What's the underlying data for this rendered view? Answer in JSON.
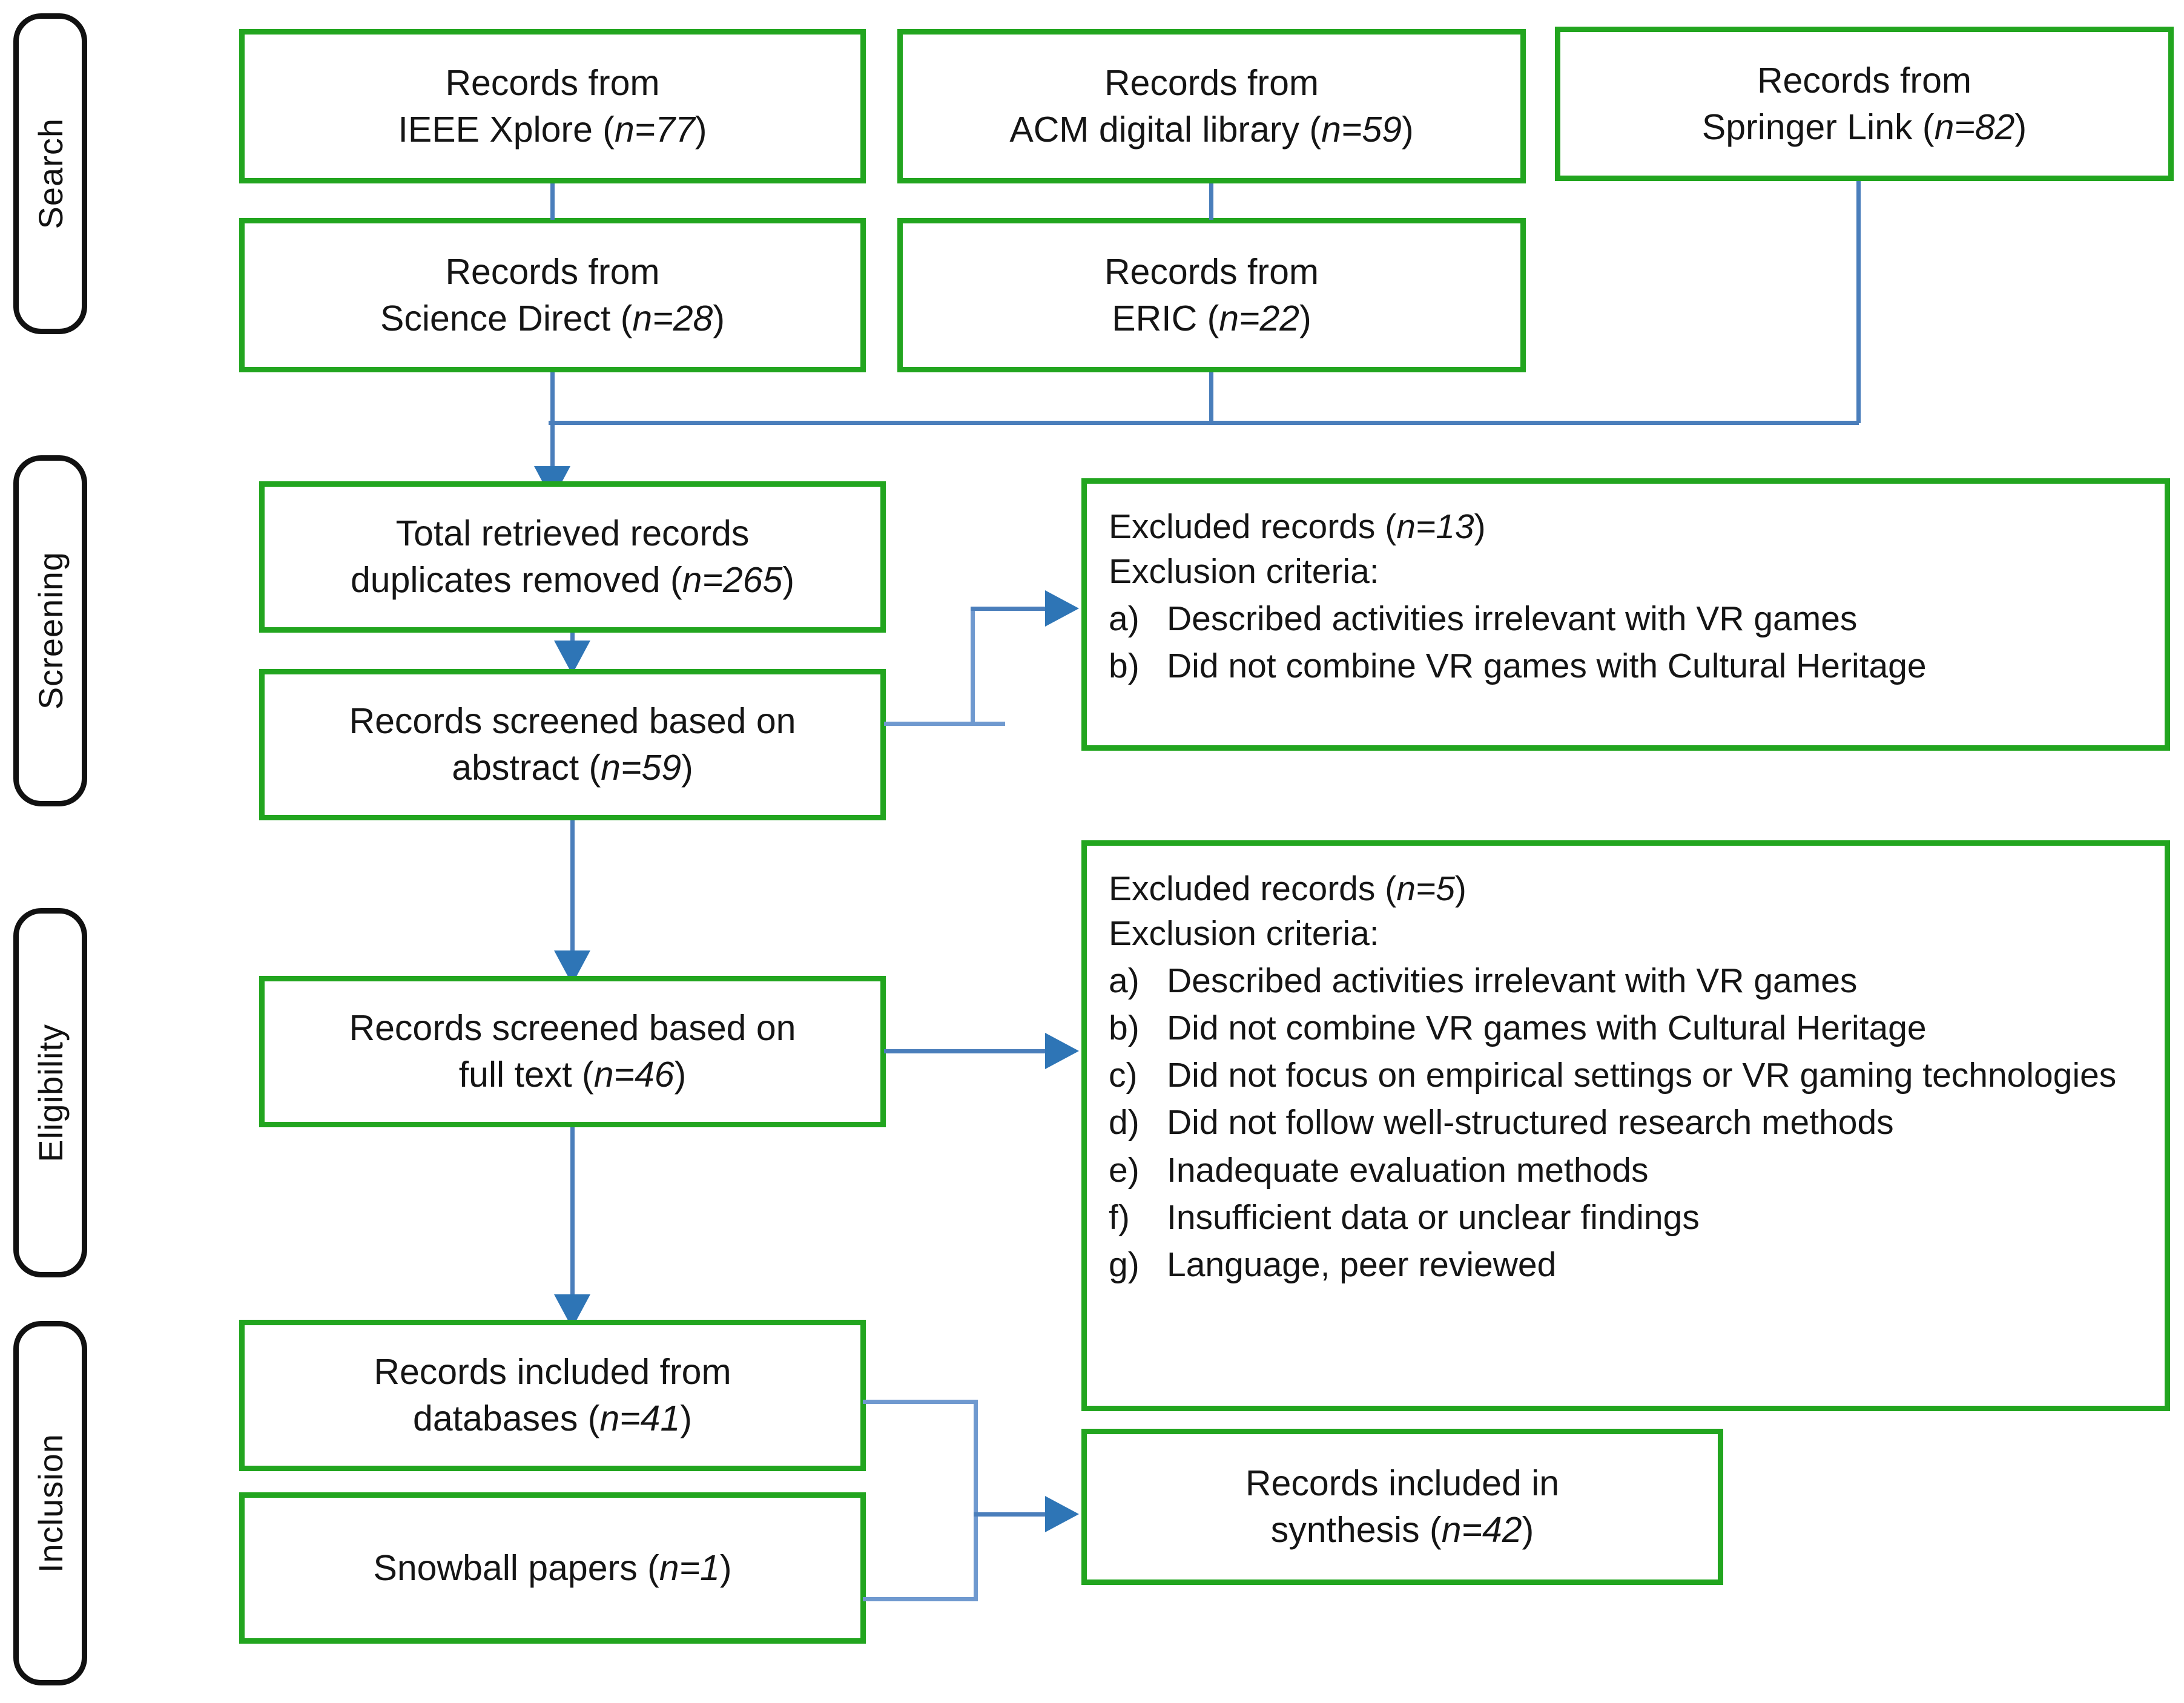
{
  "diagram": {
    "type": "prisma-flow-diagram",
    "accent_green": "#22a51f",
    "connector_blue": "#4a7ebb",
    "arrow_blue": "#2e75b6",
    "stage_border": "#111111"
  },
  "stages": [
    {
      "id": "search",
      "label": "Search"
    },
    {
      "id": "screening",
      "label": "Screening"
    },
    {
      "id": "eligibility",
      "label": "Eligibility"
    },
    {
      "id": "inclusion",
      "label": "Inclusion"
    }
  ],
  "sources": [
    {
      "id": "ieee",
      "line1": "Records from",
      "line2": "IEEE Xplore (",
      "n": "n=77",
      "line2b": ")"
    },
    {
      "id": "acm",
      "line1": "Records from",
      "line2": "ACM digital library (",
      "n": "n=59",
      "line2b": ")"
    },
    {
      "id": "springer",
      "line1": "Records from",
      "line2": "Springer Link (",
      "n": "n=82",
      "line2b": ")"
    },
    {
      "id": "sciencedirect",
      "line1": "Records from",
      "line2": "Science Direct (",
      "n": "n=28",
      "line2b": ")"
    },
    {
      "id": "eric",
      "line1": "Records from",
      "line2": "ERIC (",
      "n": "n=22",
      "line2b": ")"
    }
  ],
  "flow": {
    "total_retrieved": {
      "line1": "Total retrieved records",
      "line2": "duplicates removed (",
      "n": "n=265",
      "line2b": ")"
    },
    "screened_abstract": {
      "line1": "Records screened based on",
      "line2": "abstract (",
      "n": "n=59",
      "line2b": ")"
    },
    "screened_fulltext": {
      "line1": "Records screened based on",
      "line2": "full text (",
      "n": "n=46",
      "line2b": ")"
    },
    "included_databases": {
      "line1": "Records included from",
      "line2": "databases (",
      "n": "n=41",
      "line2b": ")"
    },
    "snowball": {
      "line1": "Snowball papers (",
      "n": "n=1",
      "line1b": ")"
    },
    "synthesis": {
      "line1": "Records included in",
      "line2": "synthesis (",
      "n": "n=42",
      "line2b": ")"
    }
  },
  "exclusions": [
    {
      "id": "exclusion-screening",
      "heading_pre": "Excluded records (",
      "heading_n": "n=13",
      "heading_post": ")",
      "criteria_label": "Exclusion criteria:",
      "criteria": [
        {
          "marker": "a)",
          "text": "Described activities irrelevant with VR games"
        },
        {
          "marker": "b)",
          "text": "Did not combine VR games with Cultural Heritage"
        }
      ]
    },
    {
      "id": "exclusion-eligibility",
      "heading_pre": "Excluded records (",
      "heading_n": "n=5",
      "heading_post": ")",
      "criteria_label": "Exclusion criteria:",
      "criteria": [
        {
          "marker": "a)",
          "text": "Described activities irrelevant with VR games"
        },
        {
          "marker": "b)",
          "text": "Did not combine VR games with Cultural Heritage"
        },
        {
          "marker": "c)",
          "text": "Did not focus on empirical settings or VR gaming\ntechnologies"
        },
        {
          "marker": "d)",
          "text": "Did not follow well-structured research methods"
        },
        {
          "marker": "e)",
          "text": "Inadequate evaluation methods"
        },
        {
          "marker": "f)",
          "text": "Insufficient data or unclear findings"
        },
        {
          "marker": "g)",
          "text": "Language, peer reviewed"
        }
      ]
    }
  ]
}
